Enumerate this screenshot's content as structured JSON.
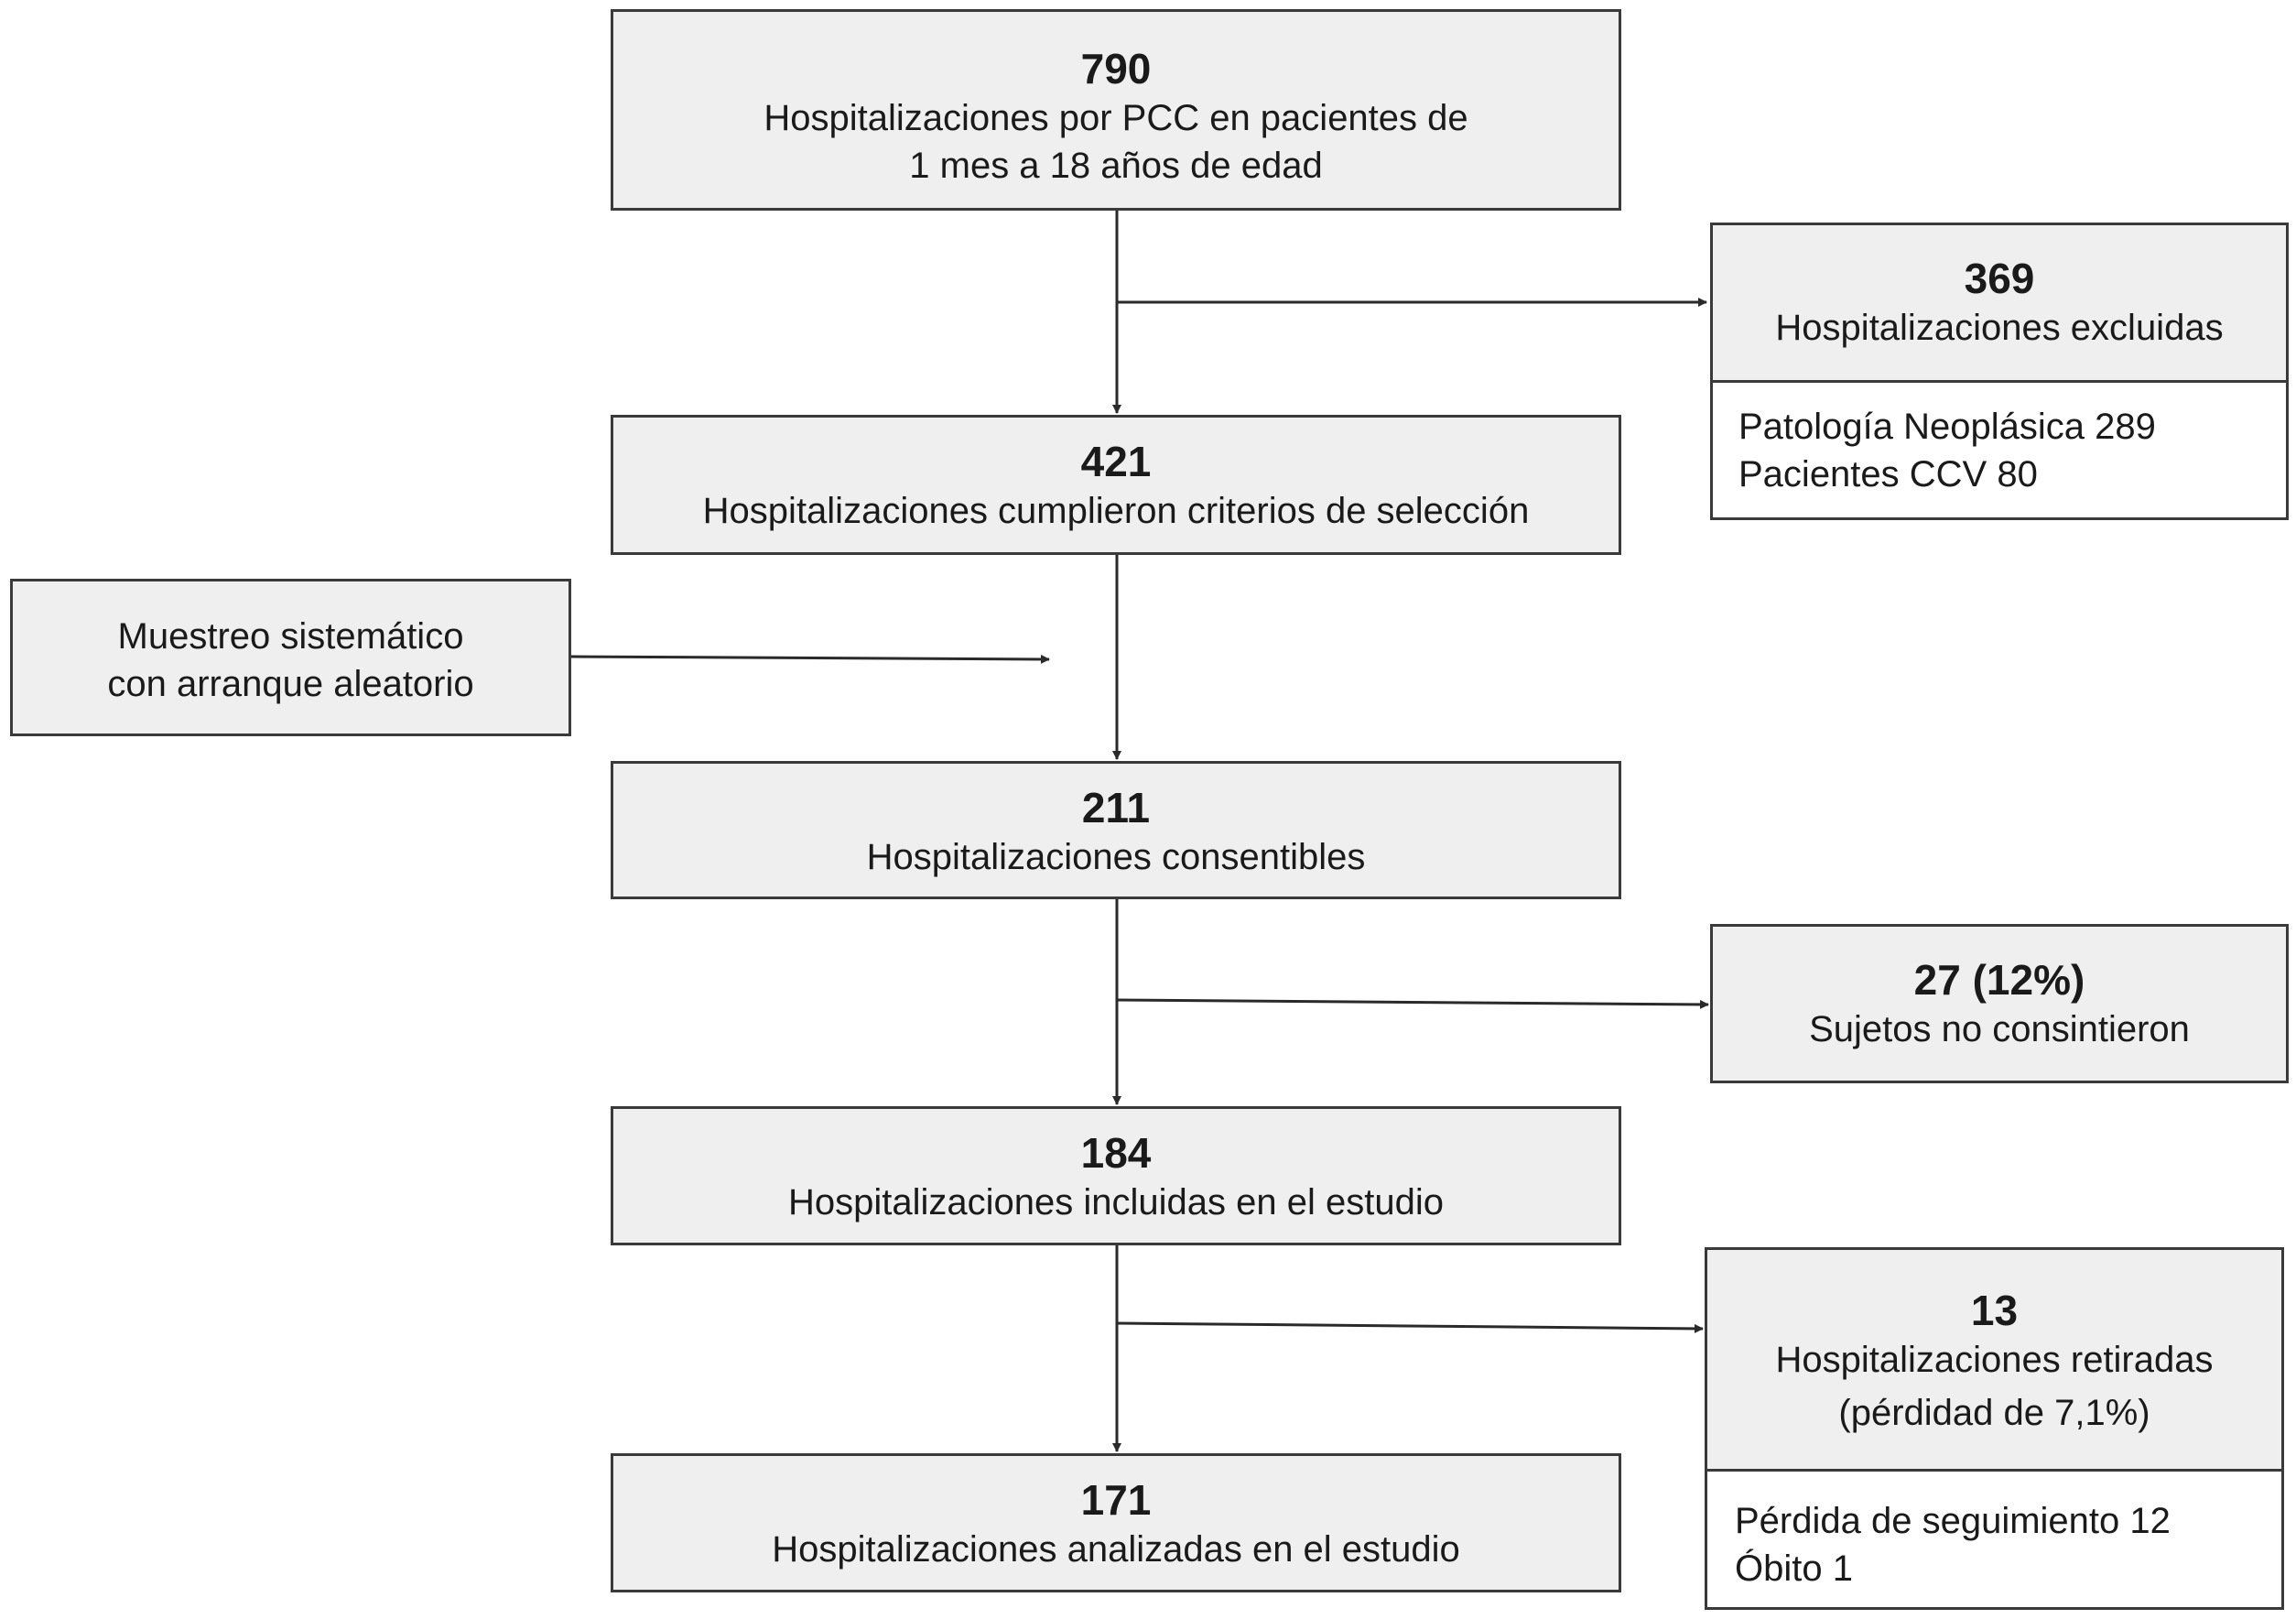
{
  "main": {
    "b790": {
      "num": "790",
      "line1": "Hospitalizaciones por PCC en pacientes de",
      "line2": "1 mes a 18 años de edad"
    },
    "b421": {
      "num": "421",
      "line1": "Hospitalizaciones cumplieron criterios de selección"
    },
    "b211": {
      "num": "211",
      "line1": "Hospitalizaciones consentibles"
    },
    "b184": {
      "num": "184",
      "line1": "Hospitalizaciones incluidas en el estudio"
    },
    "b171": {
      "num": "171",
      "line1": "Hospitalizaciones analizadas en el estudio"
    }
  },
  "side": {
    "sampling": {
      "line1": "Muestreo sistemático",
      "line2": "con arranque aleatorio"
    },
    "excluded": {
      "num": "369",
      "line1": "Hospitalizaciones excluidas",
      "details": [
        "Patología Neoplásica 289",
        "Pacientes CCV 80"
      ]
    },
    "no_consent": {
      "num": "27 (12%)",
      "line1": "Sujetos no consintieron"
    },
    "withdrawn": {
      "num": "13",
      "line1": "Hospitalizaciones retiradas",
      "line2": "(pérdidad de 7,1%)",
      "details": [
        "Pérdida de seguimiento 12",
        "Óbito 1"
      ]
    }
  }
}
